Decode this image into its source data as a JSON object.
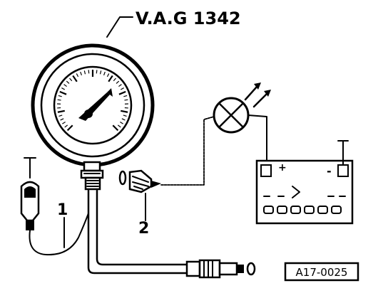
{
  "title_label": "V.A.G 1342",
  "callouts": {
    "one": "1",
    "two": "2"
  },
  "figure_code": "A17-0025",
  "battery": {
    "minus": "-",
    "plus": "+"
  }
}
